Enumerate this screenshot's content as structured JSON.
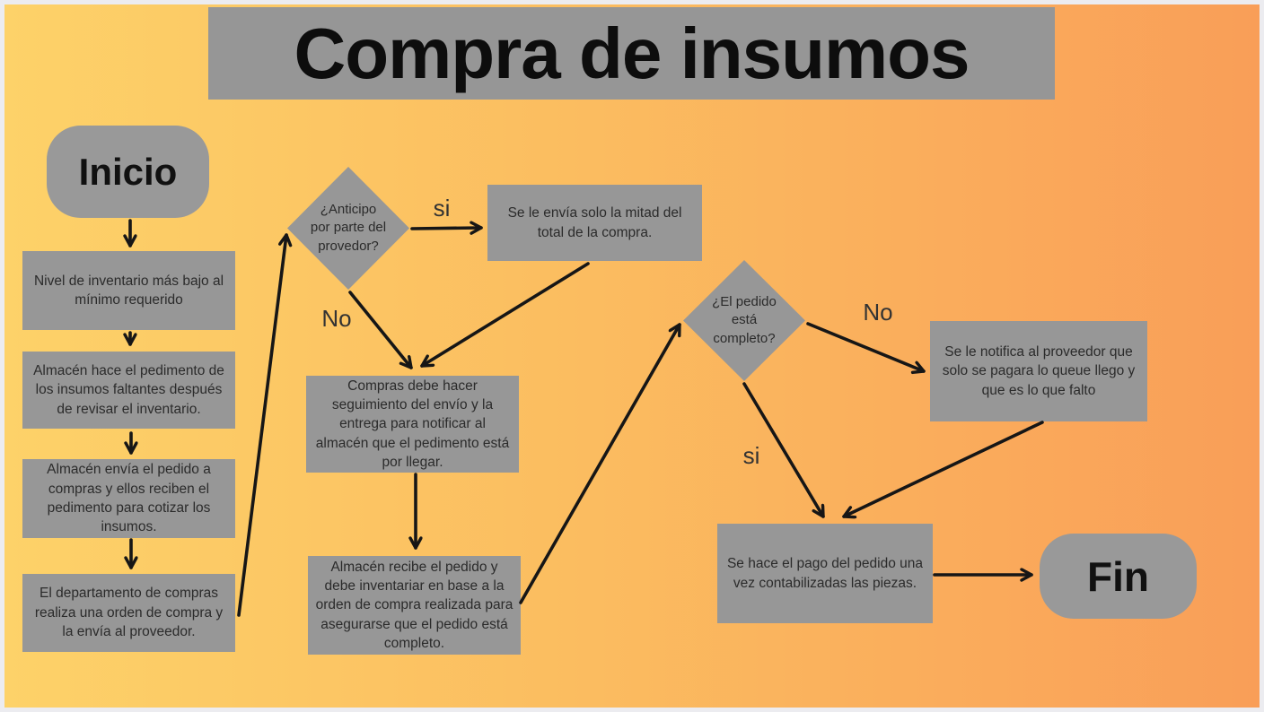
{
  "title": "Compra de insumos",
  "colors": {
    "background_left": "#FDD269",
    "background_right": "#F99E58",
    "node_fill": "#979797",
    "node_text": "#2b2b2b",
    "arrow": "#161616",
    "frame_border": "#ECECF0"
  },
  "nodes": {
    "start": "Inicio",
    "inventory_low": "Nivel de inventario más bajo al mínimo requerido",
    "warehouse_order": "Almacén hace el pedimento de los insumos faltantes después de revisar el inventario.",
    "send_to_purchasing": "Almacén envía el pedido a compras y ellos reciben el pedimento para cotizar los insumos.",
    "purchase_order": "El departamento de compras realiza una orden de compra y la envía al proveedor.",
    "advance_question": "¿Anticipo por parte del provedor?",
    "half_total": "Se le envía solo la mitad del total de la compra.",
    "tracking": "Compras debe hacer seguimiento del envío y la entrega para notificar al almacén que el pedimento está por llegar.",
    "receive_check": "Almacén recibe el pedido y debe inventariar en base a la orden de compra realizada para asegurarse que el pedido está completo.",
    "complete_question": "¿El pedido está completo?",
    "notify_supplier": "Se le notifica al proveedor que solo se pagara lo queue llego y que es lo que falto",
    "payment": "Se hace el pago del pedido una vez contabilizadas las piezas.",
    "end": "Fin"
  },
  "labels": {
    "advance_yes": "si",
    "advance_no": "No",
    "complete_no": "No",
    "complete_yes": "si"
  }
}
